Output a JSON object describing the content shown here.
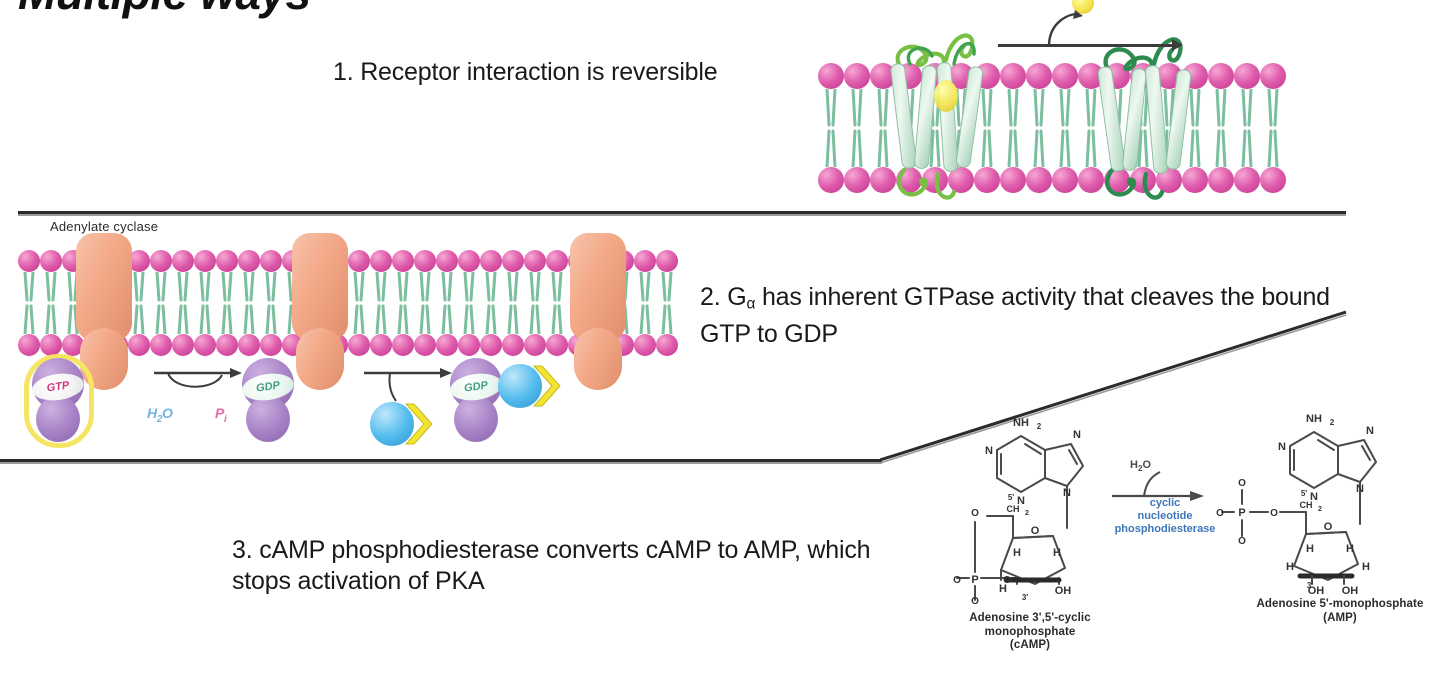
{
  "slide": {
    "title": "Multiple ways",
    "background_color": "#ffffff"
  },
  "statements": [
    {
      "id": "stmt1",
      "text": "1. Receptor interaction is reversible"
    },
    {
      "id": "stmt2",
      "prefix": "2. G",
      "subscript": "α",
      "rest": " has inherent GTPase activity that cleaves the bound GTP to GDP"
    },
    {
      "id": "stmt3",
      "text": "3. cAMP phosphodiesterase converts cAMP to AMP, which stops activation of PKA"
    }
  ],
  "panel_top": {
    "name": "receptor-reversibility-diagram",
    "ligand_label": "ligand",
    "receptor_left_state": "ligand-bound receptor",
    "receptor_right_state": "unbound receptor",
    "membrane": {
      "head_color": "#d6439b",
      "tail_color": "#7bbf9e"
    },
    "receptor_color": "#3fa34d",
    "helix_color": "#cfe8d7",
    "ligand_color": "#f5e44e"
  },
  "panel_middle": {
    "name": "gtpase-cycle-diagram",
    "enzyme_label": "Adenylate cyclase",
    "enzyme_color": "#f0a484",
    "g_alpha_color": "#a883c6",
    "beta_gamma_color": "#55bdee",
    "beta_gamma_wedge_color": "#f2e42f",
    "nucleotide_bound": "GTP",
    "nucleotide_released": "GDP",
    "reactant_label": "H",
    "reactant_sub": "2",
    "reactant_tail": "O",
    "product_label": "P",
    "product_sub": "i",
    "states": [
      {
        "nucleotide": "GTP",
        "active": true
      },
      {
        "nucleotide": "GDP",
        "active": false
      },
      {
        "nucleotide": "GDP",
        "active": false
      }
    ]
  },
  "panel_chem": {
    "name": "camp-hydrolysis-diagram",
    "water_label": "H",
    "water_sub": "2",
    "water_tail": "O",
    "enzyme_lines": [
      "cyclic",
      "nucleotide",
      "phosphodiesterase"
    ],
    "enzyme_color": "#3d77b8",
    "left_caption_lines": [
      "Adenosine 3',5'-cyclic",
      "monophosphate",
      "(cAMP)"
    ],
    "right_caption_lines": [
      "Adenosine 5'-monophosphate",
      "(AMP)"
    ],
    "atom_labels": {
      "amine": "NH2",
      "nitrogen": "N",
      "oxygen": "O",
      "phosphorus": "P",
      "hydrogen": "H",
      "hydroxyl": "OH",
      "ch2": "CH2",
      "prime5": "5'",
      "prime3": "3'"
    }
  }
}
